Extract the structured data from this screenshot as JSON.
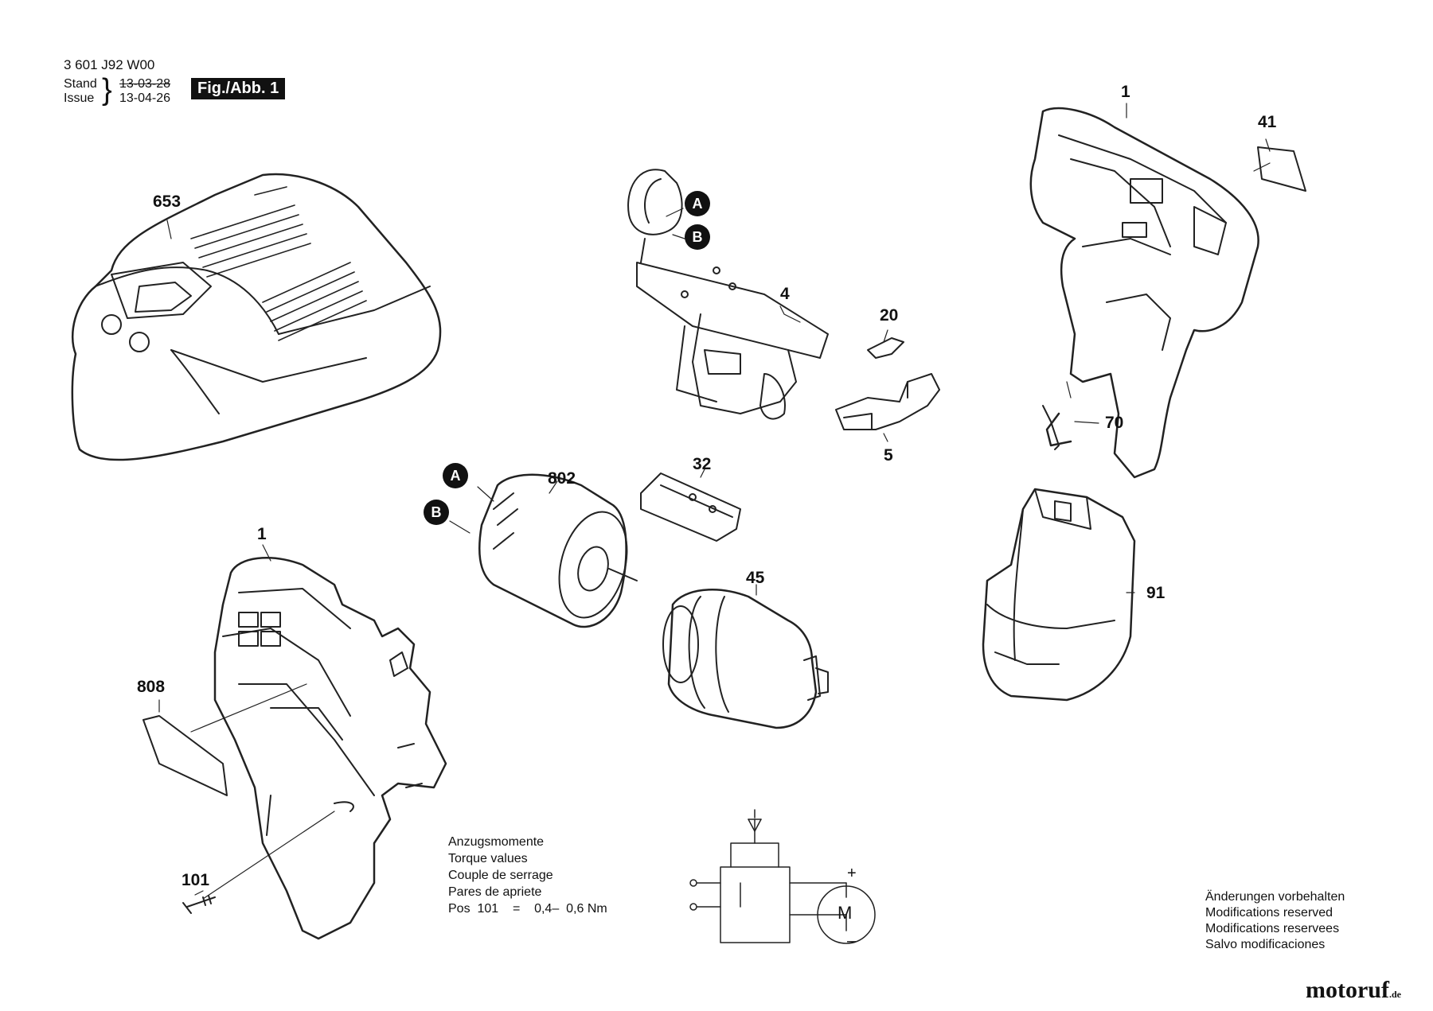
{
  "header": {
    "doc_number": "3 601 J92 W00",
    "stand_label": "Stand",
    "issue_label": "Issue",
    "date_struck": "13-03-28",
    "date_current": "13-04-26",
    "fig_label": "Fig./Abb. 1"
  },
  "callouts": {
    "charger": "653",
    "housing_right": "1",
    "label_41": "41",
    "switch": "4",
    "part_20": "20",
    "part_5": "5",
    "clip_70": "70",
    "motor": "802",
    "part_32": "32",
    "gearbox": "45",
    "battery": "91",
    "housing_left": "1",
    "nameplate": "808",
    "screw": "101"
  },
  "connectors": {
    "a_top": "A",
    "b_top": "B",
    "a_motor": "A",
    "b_motor": "B"
  },
  "torque": {
    "line1": "Anzugsmomente",
    "line2": "Torque values",
    "line3": "Couple de serrage",
    "line4": "Pares de apriete",
    "pos_label": "Pos",
    "pos_number": "101",
    "equals": "=",
    "value_from": "0,4",
    "value_to": "0,6 Nm"
  },
  "schematic": {
    "motor_symbol": "M",
    "plus": "+",
    "minus": "–"
  },
  "disclaimer": {
    "de": "Änderungen vorbehalten",
    "en": "Modifications reserved",
    "fr": "Modifications reservees",
    "es": "Salvo modificaciones"
  },
  "watermark": {
    "name": "motoruf",
    "suffix": ".de"
  }
}
